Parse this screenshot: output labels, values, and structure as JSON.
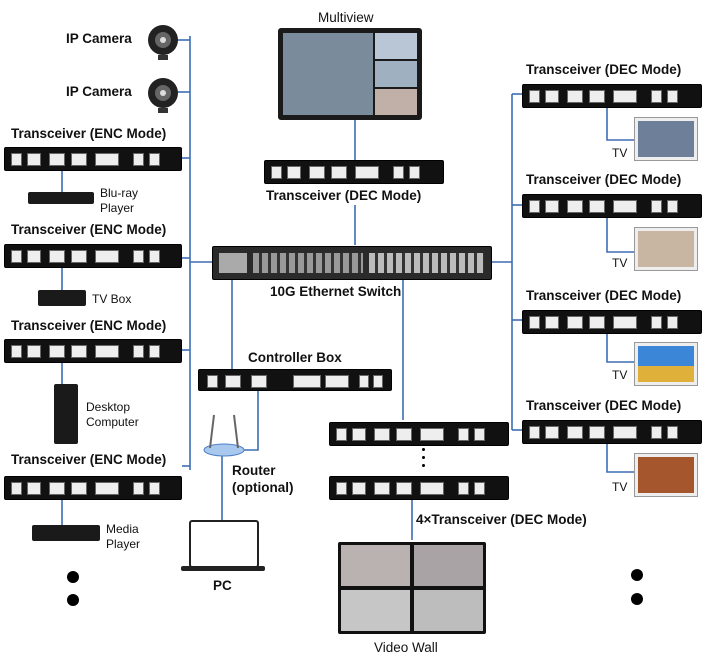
{
  "labels": {
    "ip_camera_1": "IP Camera",
    "ip_camera_2": "IP Camera",
    "enc_1": "Transceiver (ENC Mode)",
    "enc_2": "Transceiver (ENC Mode)",
    "enc_3": "Transceiver (ENC Mode)",
    "enc_4": "Transceiver (ENC Mode)",
    "bluray": "Blu-ray\nPlayer",
    "tvbox": "TV Box",
    "desktop": "Desktop\nComputer",
    "media": "Media\nPlayer",
    "multiview": "Multiview",
    "dec_center": "Transceiver (DEC Mode)",
    "switch": "10G Ethernet Switch",
    "controller": "Controller Box",
    "router": "Router\n(optional)",
    "pc": "PC",
    "dec_4x": "4×Transceiver (DEC Mode)",
    "videowall": "Video Wall",
    "dec_r1": "Transceiver (DEC Mode)",
    "dec_r2": "Transceiver (DEC Mode)",
    "dec_r3": "Transceiver (DEC Mode)",
    "dec_r4": "Transceiver (DEC Mode)",
    "tv1": "TV",
    "tv2": "TV",
    "tv3": "TV",
    "tv4": "TV"
  },
  "colors": {
    "wire": "#3d6db3",
    "device": "#111111"
  }
}
